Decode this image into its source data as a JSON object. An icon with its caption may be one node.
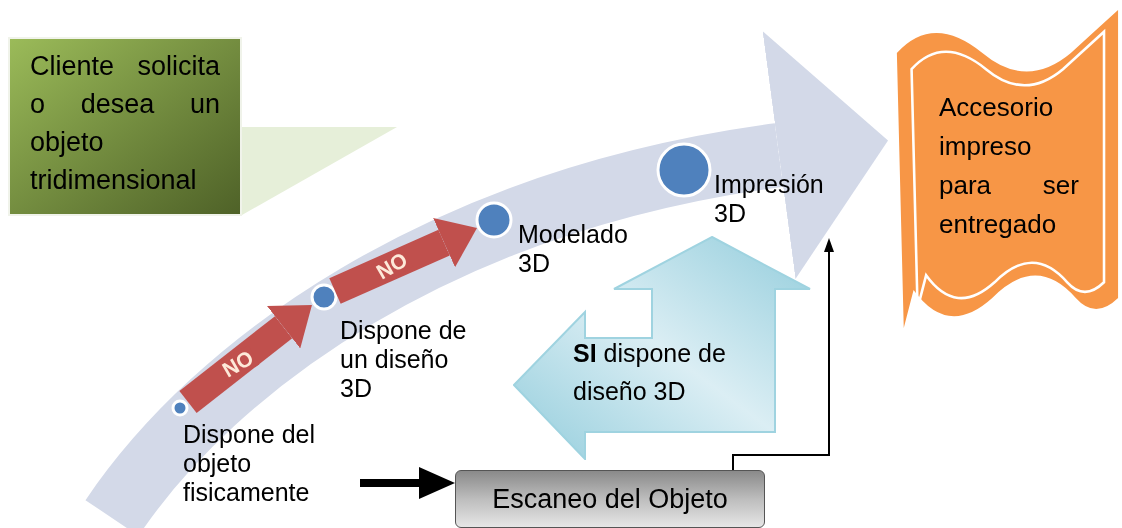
{
  "diagram": {
    "nodes": [
      {
        "text": [
          "Cliente solicita o desea un objeto tridimensional"
        ]
      },
      {
        "text": [
          "Dispone del objeto fisicamente"
        ]
      },
      {
        "text": [
          "Dispone de un diseño 3D"
        ]
      },
      {
        "text": [
          "Modelado 3D"
        ]
      },
      {
        "text": [
          "Impresión 3D"
        ]
      },
      {
        "text": [
          "Accesorio impreso para ser entregado"
        ]
      },
      {
        "text": [
          "Escaneo del Objeto"
        ]
      },
      {
        "text": [
          "**SI** dispone de diseño 3D"
        ]
      },
      {
        "text": [],
        "shape": "triangle"
      }
    ],
    "edges": [
      {
        "from": null,
        "to": 5,
        "arrow": "to",
        "style": "thick",
        "color": "#d3d9e8"
      },
      {
        "from": 1,
        "to": 2,
        "arrow": "to",
        "label": "NO",
        "color": "#c0504d"
      },
      {
        "from": 2,
        "to": 3,
        "arrow": "to",
        "label": "NO",
        "color": "#c0504d"
      },
      {
        "from": null,
        "to": 6,
        "arrow": "to",
        "color": "#000000"
      },
      {
        "from": 6,
        "to": null,
        "arrow": "to",
        "color": "#000000"
      }
    ]
  }
}
